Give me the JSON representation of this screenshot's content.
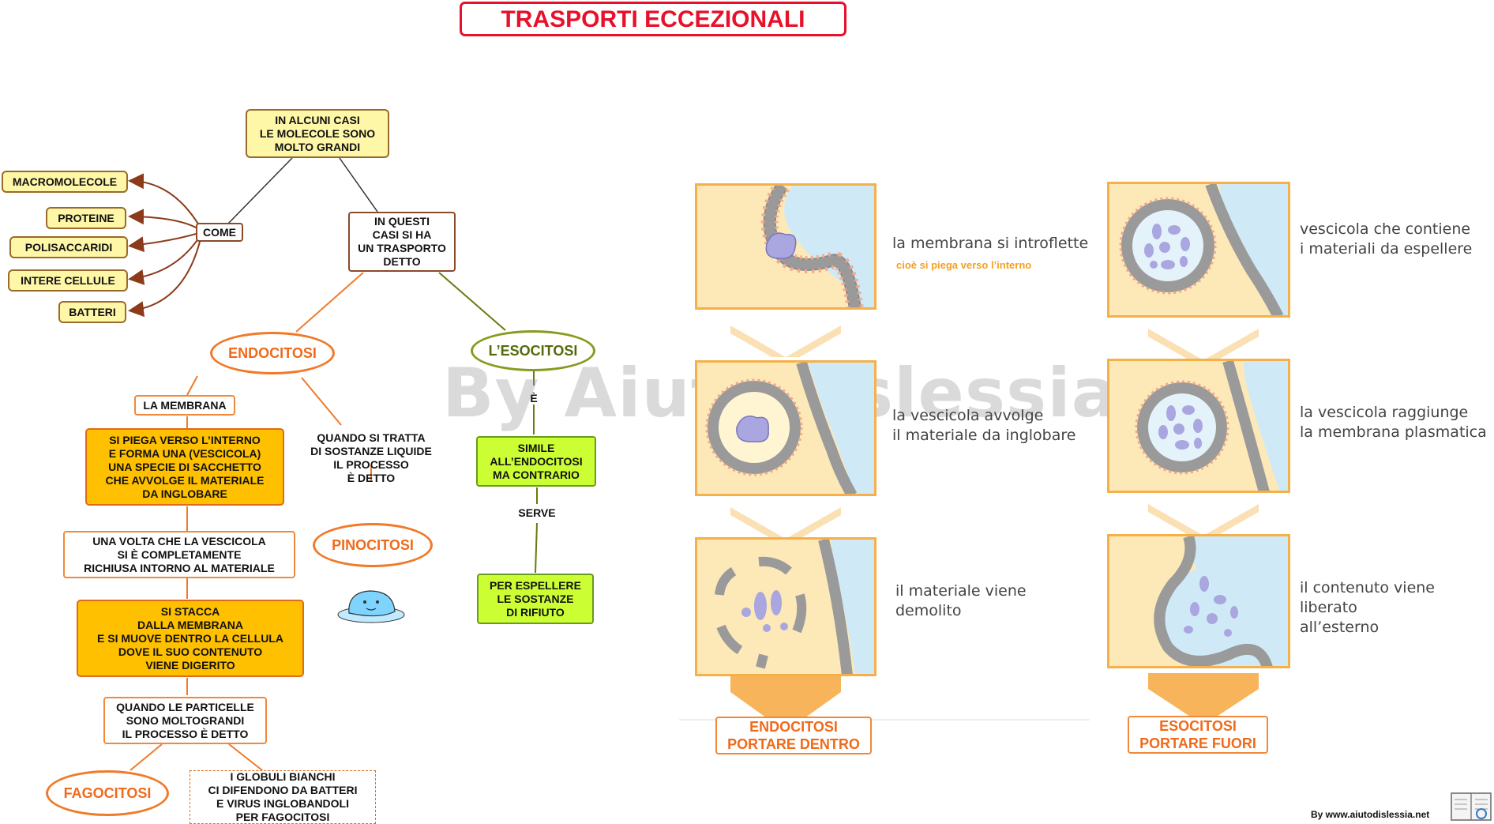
{
  "title": "TRASPORTI ECCEZIONALI",
  "map": {
    "root": "IN ALCUNI CASI\nLE MOLECOLE SONO\nMOLTO GRANDI",
    "come": "COME",
    "examples": [
      "MACROMOLECOLE",
      "PROTEINE",
      "POLISACCARIDI",
      "INTERE CELLULE",
      "BATTERI"
    ],
    "in_questi": "IN QUESTI\nCASI SI HA\nUN TRASPORTO\nDETTO",
    "endocitosi": "ENDOCITOSI",
    "esocitosi": "L’ESOCITOSI",
    "la_membrana": "LA MEMBRANA",
    "si_piega": "SI PIEGA VERSO L’INTERNO\nE FORMA UNA (VESCICOLA)\nUNA SPECIE DI SACCHETTO\nCHE AVVOLGE IL MATERIALE\nDA  INGLOBARE",
    "una_volta": "UNA  VOLTA  CHE  LA  VESCICOLA\nSI  È COMPLETAMENTE\nRICHIUSA INTORNO AL MATERIALE",
    "si_stacca": "SI STACCA\nDALLA MEMBRANA\nE SI MUOVE DENTRO LA CELLULA\nDOVE IL SUO  CONTENUTO\nVIENE  DIGERITO",
    "quando_particelle": "QUANDO LE PARTICELLE\nSONO MOLTOGRANDI\nIL PROCESSO È DETTO",
    "fagocitosi": "FAGOCITOSI",
    "globuli": "I GLOBULI BIANCHI\nCI DIFENDONO DA BATTERI\nE VIRUS INGLOBANDOLI\nPER FAGOCITOSI",
    "quando_liquide": "QUANDO SI TRATTA\nDI SOSTANZE LIQUIDE\nIL PROCESSO\nÈ DETTO",
    "pinocitosi": "PINOCITOSI",
    "e_label": "È",
    "simile": "SIMILE\nALL’ENDOCITOSI\nMA  CONTRARIO",
    "serve": "SERVE",
    "espellere": "PER ESPELLERE\nLE SOSTANZE\nDI RIFIUTO"
  },
  "endo_captions": [
    "la membrana si introflette",
    "la vescicola avvolge\nil materiale da inglobare",
    "il materiale viene\ndemolito"
  ],
  "endo_note": "cioè si piega verso l’interno",
  "eso_captions": [
    "vescicola che contiene\ni materiali da espellere",
    "la vescicola raggiunge\nla membrana plasmatica",
    "il contenuto viene liberato\nall’esterno"
  ],
  "endo_label": "ENDOCITOSI\nPORTARE DENTRO",
  "eso_label": "ESOCITOSI\nPORTARE FUORI",
  "watermark": "By AiutoDislessia.net",
  "footer": "By www.aiutodislessia.net",
  "colors": {
    "accent_red": "#e8102a",
    "orange": "#f07a2a",
    "panel": "#fde9b8",
    "membrane": "#9a9a9a"
  }
}
